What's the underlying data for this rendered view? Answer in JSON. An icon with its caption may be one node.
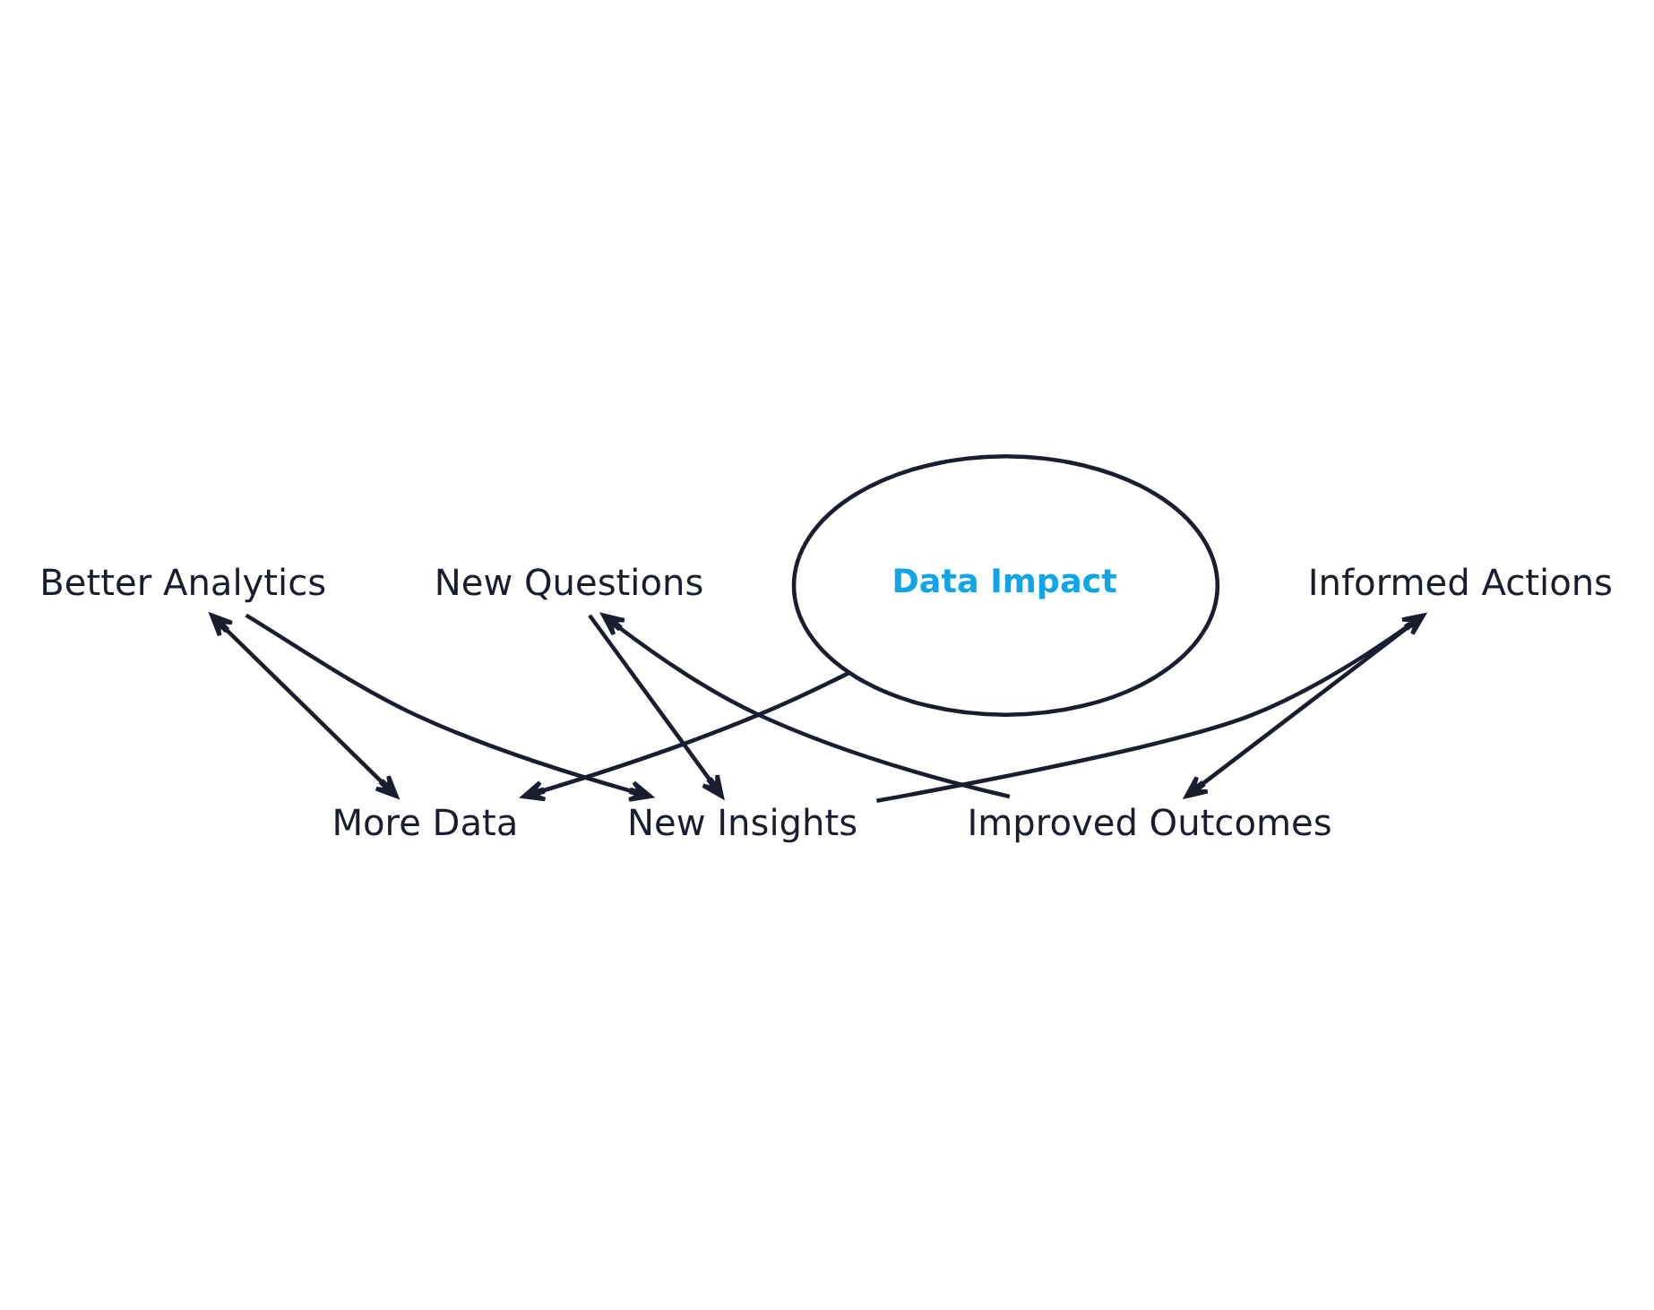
{
  "diagram": {
    "nodes": [
      {
        "text": [
          "Data Impact"
        ]
      },
      {
        "text": [
          "Better Analytics"
        ]
      },
      {
        "text": [
          "More Data"
        ]
      },
      {
        "text": [
          "New Insights"
        ]
      },
      {
        "text": [
          "Informed Actions"
        ]
      },
      {
        "text": [
          "Improved Outcomes"
        ]
      },
      {
        "text": [
          "New Questions"
        ]
      }
    ],
    "edges": [
      {
        "from": 1,
        "to": 2,
        "arrow": "both"
      },
      {
        "from": 1,
        "to": 3,
        "arrow": "to"
      },
      {
        "from": 3,
        "to": 4,
        "arrow": "to"
      },
      {
        "from": 4,
        "to": 5,
        "arrow": "to"
      },
      {
        "from": 5,
        "to": 6,
        "arrow": "to"
      },
      {
        "from": 6,
        "to": 3,
        "arrow": "to"
      },
      {
        "from": 0,
        "to": 2,
        "arrow": "to"
      }
    ]
  }
}
